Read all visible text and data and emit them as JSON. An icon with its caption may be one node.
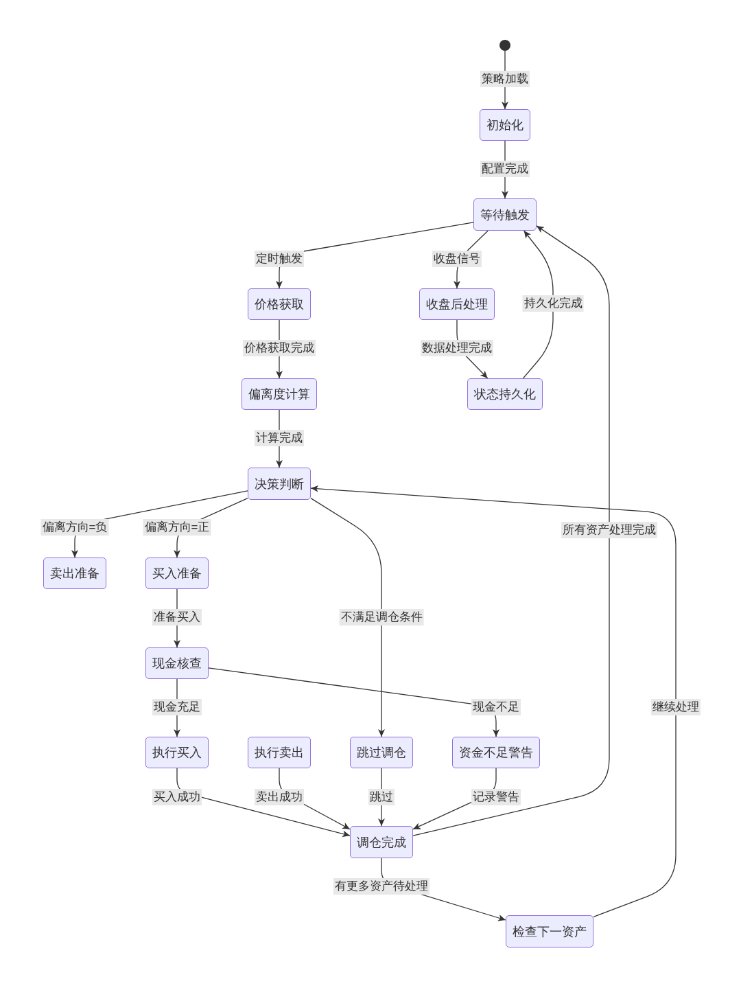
{
  "diagram": {
    "nodes": [
      {
        "text": [],
        "shape": "circle"
      },
      {
        "text": [
          "初始化"
        ]
      },
      {
        "text": [
          "等待触发"
        ]
      },
      {
        "text": [
          "价格获取"
        ]
      },
      {
        "text": [
          "收盘后处理"
        ]
      },
      {
        "text": [
          "状态持久化"
        ]
      },
      {
        "text": [
          "偏离度计算"
        ]
      },
      {
        "text": [
          "决策判断"
        ]
      },
      {
        "text": [
          "卖出准备"
        ]
      },
      {
        "text": [
          "买入准备"
        ]
      },
      {
        "text": [
          "现金核查"
        ]
      },
      {
        "text": [
          "执行买入"
        ]
      },
      {
        "text": [
          "执行卖出"
        ]
      },
      {
        "text": [
          "跳过调仓"
        ]
      },
      {
        "text": [
          "资金不足警告"
        ]
      },
      {
        "text": [
          "调仓完成"
        ]
      },
      {
        "text": [
          "检查下一资产"
        ]
      }
    ],
    "edges": [
      {
        "from": 0,
        "to": 1,
        "label": "策略加载",
        "arrow": "to"
      },
      {
        "from": 1,
        "to": 2,
        "label": "配置完成",
        "arrow": "to"
      },
      {
        "from": 2,
        "to": 3,
        "label": "定时触发",
        "arrow": "to"
      },
      {
        "from": 2,
        "to": 4,
        "label": "收盘信号",
        "arrow": "to"
      },
      {
        "from": 4,
        "to": 5,
        "label": "数据处理完成",
        "arrow": "to"
      },
      {
        "from": 5,
        "to": 2,
        "label": "持久化完成",
        "arrow": "to"
      },
      {
        "from": 3,
        "to": 6,
        "label": "价格获取完成",
        "arrow": "to"
      },
      {
        "from": 6,
        "to": 7,
        "label": "计算完成",
        "arrow": "to"
      },
      {
        "from": 7,
        "to": 8,
        "label": "偏离方向=负",
        "arrow": "to"
      },
      {
        "from": 7,
        "to": 9,
        "label": "偏离方向=正",
        "arrow": "to"
      },
      {
        "from": 7,
        "to": 13,
        "label": "不满足调仓条件",
        "arrow": "to"
      },
      {
        "from": 9,
        "to": 10,
        "label": "准备买入",
        "arrow": "to"
      },
      {
        "from": 10,
        "to": 11,
        "label": "现金充足",
        "arrow": "to"
      },
      {
        "from": 10,
        "to": 14,
        "label": "现金不足",
        "arrow": "to"
      },
      {
        "from": 11,
        "to": 15,
        "label": "买入成功",
        "arrow": "to"
      },
      {
        "from": 12,
        "to": 15,
        "label": "卖出成功",
        "arrow": "to"
      },
      {
        "from": 13,
        "to": 15,
        "label": "跳过",
        "arrow": "to"
      },
      {
        "from": 14,
        "to": 15,
        "label": "记录警告",
        "arrow": "to"
      },
      {
        "from": 15,
        "to": 2,
        "label": "所有资产处理完成",
        "arrow": "to"
      },
      {
        "from": 15,
        "to": 16,
        "label": "有更多资产待处理",
        "arrow": "to"
      },
      {
        "from": 16,
        "to": 7,
        "label": "继续处理",
        "arrow": "to"
      }
    ]
  }
}
